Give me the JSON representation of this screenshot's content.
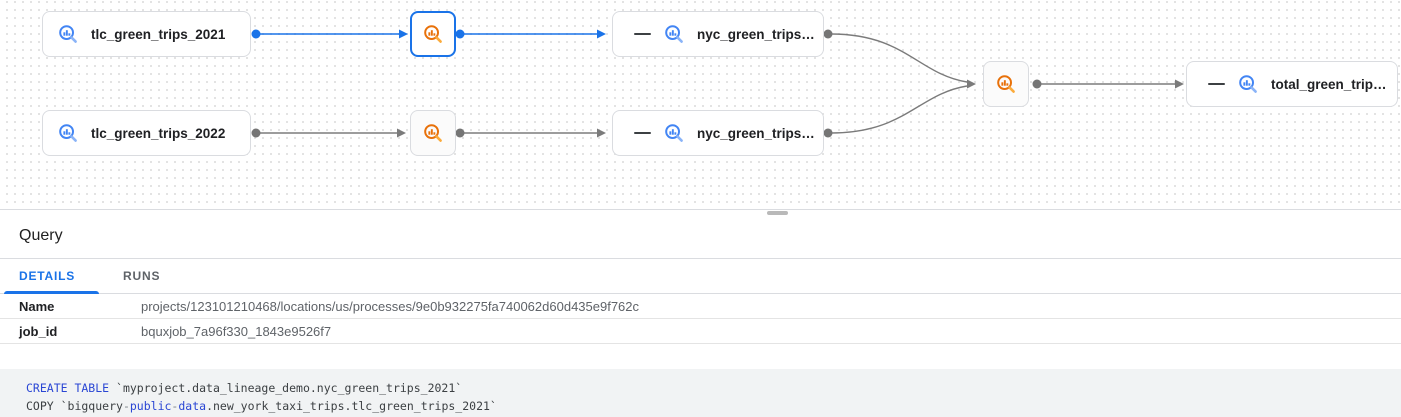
{
  "graph": {
    "tables": {
      "tlc2021": "tlc_green_trips_2021",
      "tlc2022": "tlc_green_trips_2022",
      "nyc2021": "nyc_green_trips…",
      "nyc2022": "nyc_green_trips…",
      "total": "total_green_trip…"
    },
    "icons": {
      "table": "bigquery-table-icon",
      "process": "bigquery-job-icon",
      "collapse": "collapse-columns-dash"
    },
    "colors": {
      "selected_edge": "#1a73e8",
      "edge": "#7b7b7b",
      "table_icon": "#4285f4",
      "table_icon_handle": "#8ab4f8",
      "process_icon": "#e8710a",
      "process_icon_handle": "#fbab3c"
    }
  },
  "panel": {
    "title": "Query",
    "tabs": [
      {
        "label": "DETAILS",
        "active": true
      },
      {
        "label": "RUNS",
        "active": false
      }
    ],
    "fields": [
      {
        "label": "Name",
        "value": "projects/123101210468/locations/us/processes/9e0b932275fa740062d60d435e9f762c"
      },
      {
        "label": "job_id",
        "value": "bquxjob_7a96f330_1843e9526f7"
      }
    ]
  },
  "sql": {
    "lines": [
      [
        {
          "text": "CREATE TABLE",
          "type": "keyword"
        },
        {
          "text": " `myproject.data_lineage_demo.nyc_green_trips_2021`",
          "type": "plain"
        }
      ],
      [
        {
          "text": "COPY `bigquery",
          "type": "plain"
        },
        {
          "text": "-",
          "type": "operator"
        },
        {
          "text": "public",
          "type": "keyword"
        },
        {
          "text": "-",
          "type": "operator"
        },
        {
          "text": "data",
          "type": "keyword"
        },
        {
          "text": ".new_york_taxi_trips.tlc_green_trips_2021`",
          "type": "plain"
        }
      ]
    ]
  }
}
